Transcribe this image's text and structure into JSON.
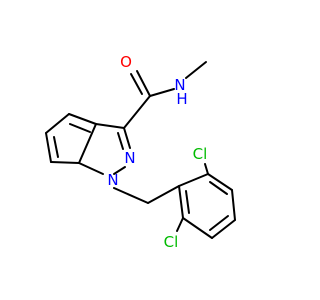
{
  "molecule": {
    "atoms": {
      "carbonyl_oxygen": "O",
      "amide_nitrogen": "N",
      "amide_hydrogen": "H",
      "pyrazole_n2": "N",
      "pyrazole_n1": "N",
      "chlorine_top": "Cl",
      "chlorine_bottom": "Cl"
    },
    "colors": {
      "bond": "#000000",
      "oxygen": "#ff0000",
      "nitrogen": "#0000ff",
      "chlorine": "#00bb00"
    }
  }
}
